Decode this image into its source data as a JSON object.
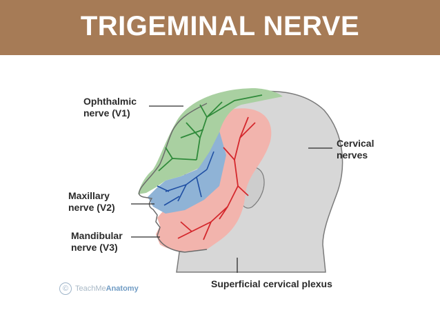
{
  "header": {
    "title": "TRIGEMINAL NERVE",
    "background": "#a67b56"
  },
  "diagram": {
    "labels": {
      "ophthalmic": [
        "Ophthalmic",
        "nerve (V1)"
      ],
      "maxillary": [
        "Maxillary",
        "nerve (V2)"
      ],
      "mandibular": [
        "Mandibular",
        "nerve (V3)"
      ],
      "cervical": [
        "Cervical",
        "nerves"
      ],
      "superficial_plexus": "Superficial cervical plexus"
    },
    "region_colors": {
      "ophthalmic": "#a9d0a1",
      "maxillary": "#8fb3d6",
      "mandibular": "#f2b4ad",
      "cervical": "#d7d7d7"
    },
    "nerve_colors": {
      "ophthalmic": "#2f8a3a",
      "maxillary": "#1f4fa3",
      "mandibular": "#d4272c"
    }
  },
  "watermark": {
    "symbol": "©",
    "brand_part1": "TeachMe",
    "brand_part2": "Anatomy"
  }
}
